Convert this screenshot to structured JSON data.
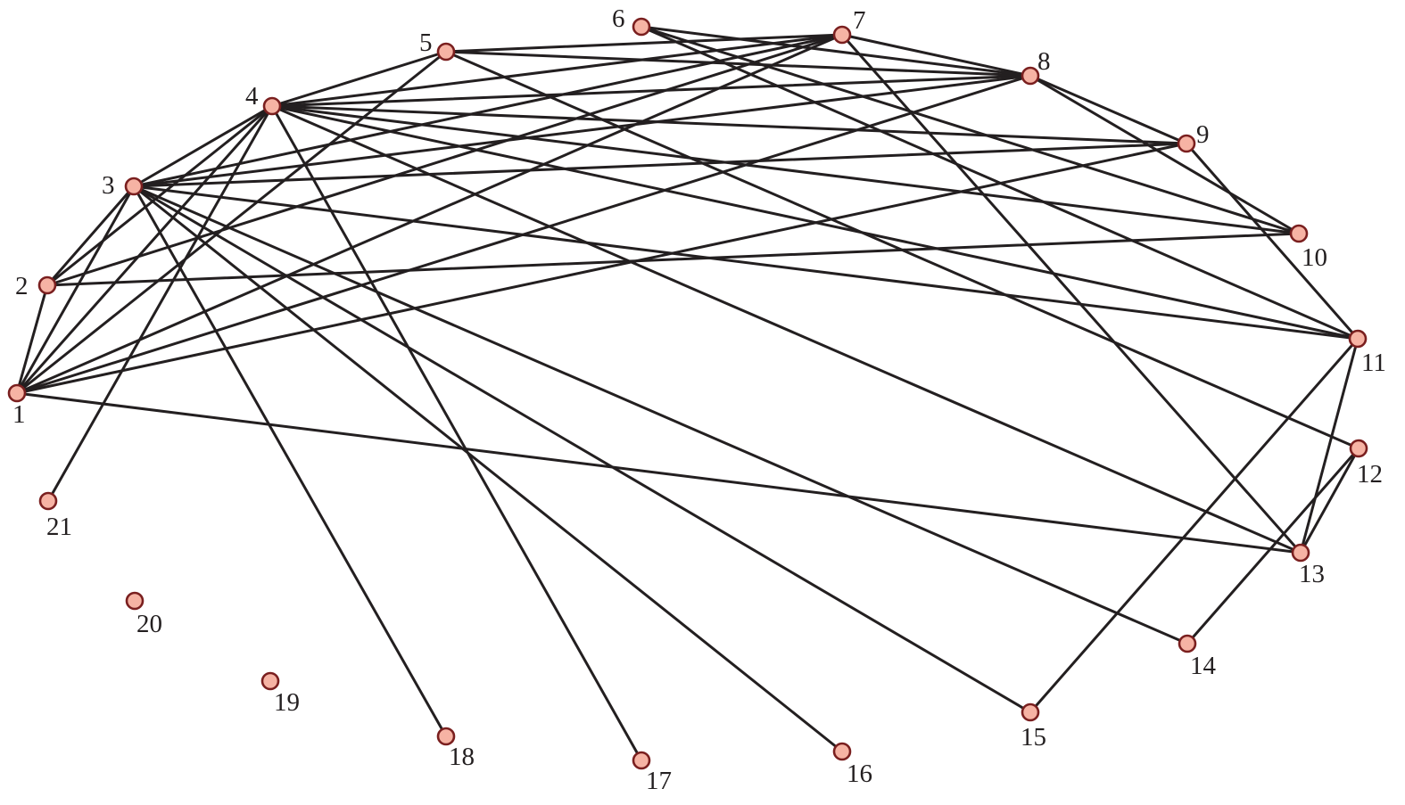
{
  "graph": {
    "node_color": "#f6b3a4",
    "node_stroke": "#7a1f1f",
    "edge_color": "#231f20",
    "nodes": [
      {
        "id": 1,
        "label": "1"
      },
      {
        "id": 2,
        "label": "2"
      },
      {
        "id": 3,
        "label": "3"
      },
      {
        "id": 4,
        "label": "4"
      },
      {
        "id": 5,
        "label": "5"
      },
      {
        "id": 6,
        "label": "6"
      },
      {
        "id": 7,
        "label": "7"
      },
      {
        "id": 8,
        "label": "8"
      },
      {
        "id": 9,
        "label": "9"
      },
      {
        "id": 10,
        "label": "10"
      },
      {
        "id": 11,
        "label": "11"
      },
      {
        "id": 12,
        "label": "12"
      },
      {
        "id": 13,
        "label": "13"
      },
      {
        "id": 14,
        "label": "14"
      },
      {
        "id": 15,
        "label": "15"
      },
      {
        "id": 16,
        "label": "16"
      },
      {
        "id": 17,
        "label": "17"
      },
      {
        "id": 18,
        "label": "18"
      },
      {
        "id": 19,
        "label": "19"
      },
      {
        "id": 20,
        "label": "20"
      },
      {
        "id": 21,
        "label": "21"
      }
    ],
    "edges": [
      [
        1,
        2
      ],
      [
        1,
        3
      ],
      [
        1,
        4
      ],
      [
        1,
        5
      ],
      [
        1,
        7
      ],
      [
        1,
        8
      ],
      [
        1,
        9
      ],
      [
        1,
        13
      ],
      [
        2,
        3
      ],
      [
        2,
        4
      ],
      [
        2,
        7
      ],
      [
        2,
        10
      ],
      [
        3,
        4
      ],
      [
        3,
        7
      ],
      [
        3,
        8
      ],
      [
        3,
        9
      ],
      [
        3,
        14
      ],
      [
        3,
        15
      ],
      [
        3,
        16
      ],
      [
        3,
        18
      ],
      [
        4,
        8
      ],
      [
        4,
        9
      ],
      [
        4,
        10
      ],
      [
        4,
        11
      ],
      [
        4,
        13
      ],
      [
        4,
        17
      ],
      [
        4,
        21
      ],
      [
        5,
        7
      ],
      [
        5,
        8
      ],
      [
        5,
        12
      ],
      [
        6,
        8
      ],
      [
        6,
        10
      ],
      [
        7,
        8
      ],
      [
        7,
        13
      ],
      [
        8,
        9
      ],
      [
        8,
        10
      ],
      [
        9,
        11
      ],
      [
        11,
        13
      ],
      [
        11,
        15
      ],
      [
        12,
        13
      ],
      [
        12,
        14
      ],
      [
        4,
        5
      ],
      [
        4,
        7
      ],
      [
        3,
        11
      ],
      [
        6,
        11
      ]
    ]
  }
}
